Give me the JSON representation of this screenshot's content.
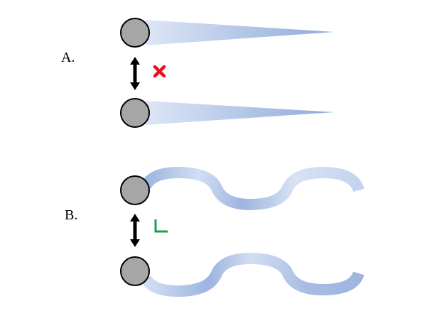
{
  "panels": [
    {
      "label": "A.",
      "shape": "rigid-wedge",
      "interaction": "repel",
      "mark_icon": "cross-icon",
      "mark_color": "#e8141c"
    },
    {
      "label": "B.",
      "shape": "flexible-chain",
      "interaction": "attract",
      "mark_icon": "check-icon",
      "mark_color": "#14a050"
    }
  ],
  "colors": {
    "head": "#a6a6a6",
    "tail": "#8eaadb",
    "tail_light": "#dbe4f4"
  }
}
